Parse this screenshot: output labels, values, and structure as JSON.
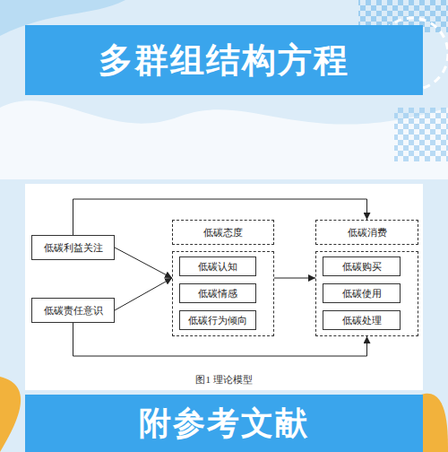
{
  "diagram": {
    "title": "多群组结构方程",
    "caption": "图1 理论模型",
    "nodes": [
      {
        "text": [
          "低碳利益关注"
        ]
      },
      {
        "text": [
          "低碳责任意识"
        ]
      },
      {
        "text": [
          "低碳态度"
        ]
      },
      {
        "text": [
          "低碳认知"
        ],
        "in": 2
      },
      {
        "text": [
          "低碳情感"
        ],
        "in": 2
      },
      {
        "text": [
          "低碳行为倾向"
        ],
        "in": 2
      },
      {
        "text": [
          "低碳消费"
        ]
      },
      {
        "text": [
          "低碳购买"
        ],
        "in": 6
      },
      {
        "text": [
          "低碳使用"
        ],
        "in": 6
      },
      {
        "text": [
          "低碳处理"
        ],
        "in": 6
      }
    ],
    "edges": [
      {
        "from": 0,
        "to": 2,
        "arrow": "to"
      },
      {
        "from": 1,
        "to": 2,
        "arrow": "to"
      },
      {
        "from": 2,
        "to": 6,
        "arrow": "to"
      },
      {
        "from": 0,
        "to": 6,
        "arrow": "to"
      },
      {
        "from": 1,
        "to": 6,
        "arrow": "to"
      }
    ],
    "labels": [
      "附参考文献"
    ]
  }
}
